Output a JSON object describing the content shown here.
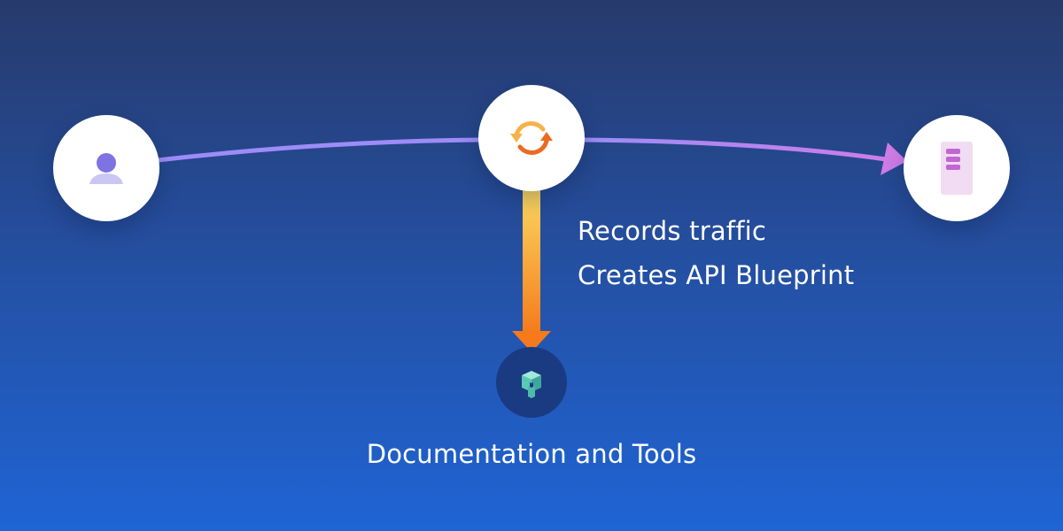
{
  "diagram": {
    "nodes": [
      {
        "id": "client",
        "icon": "user-icon"
      },
      {
        "id": "proxy",
        "icon": "sync-arrows-icon"
      },
      {
        "id": "server",
        "icon": "server-icon"
      },
      {
        "id": "docs",
        "icon": "cube-logo-icon"
      }
    ],
    "edges": [
      {
        "from": "client",
        "to": "proxy",
        "color": "#9d8cf7"
      },
      {
        "from": "proxy",
        "to": "server",
        "color": "#c97de8"
      },
      {
        "from": "proxy",
        "to": "docs",
        "color": "#f58a1f"
      }
    ],
    "annotations": {
      "records": "Records traffic",
      "blueprint": "Creates API Blueprint"
    },
    "docs_label": "Documentation and Tools"
  },
  "colors": {
    "background_top": "#273a6c",
    "background_bottom": "#1f64d4",
    "arrow_orange": "#f58a1f",
    "arrow_yellow": "#f9d45c",
    "arrow_purple": "#c97de8",
    "docs_circle": "#1a3a82",
    "logo_teal": "#5cc8b8"
  }
}
